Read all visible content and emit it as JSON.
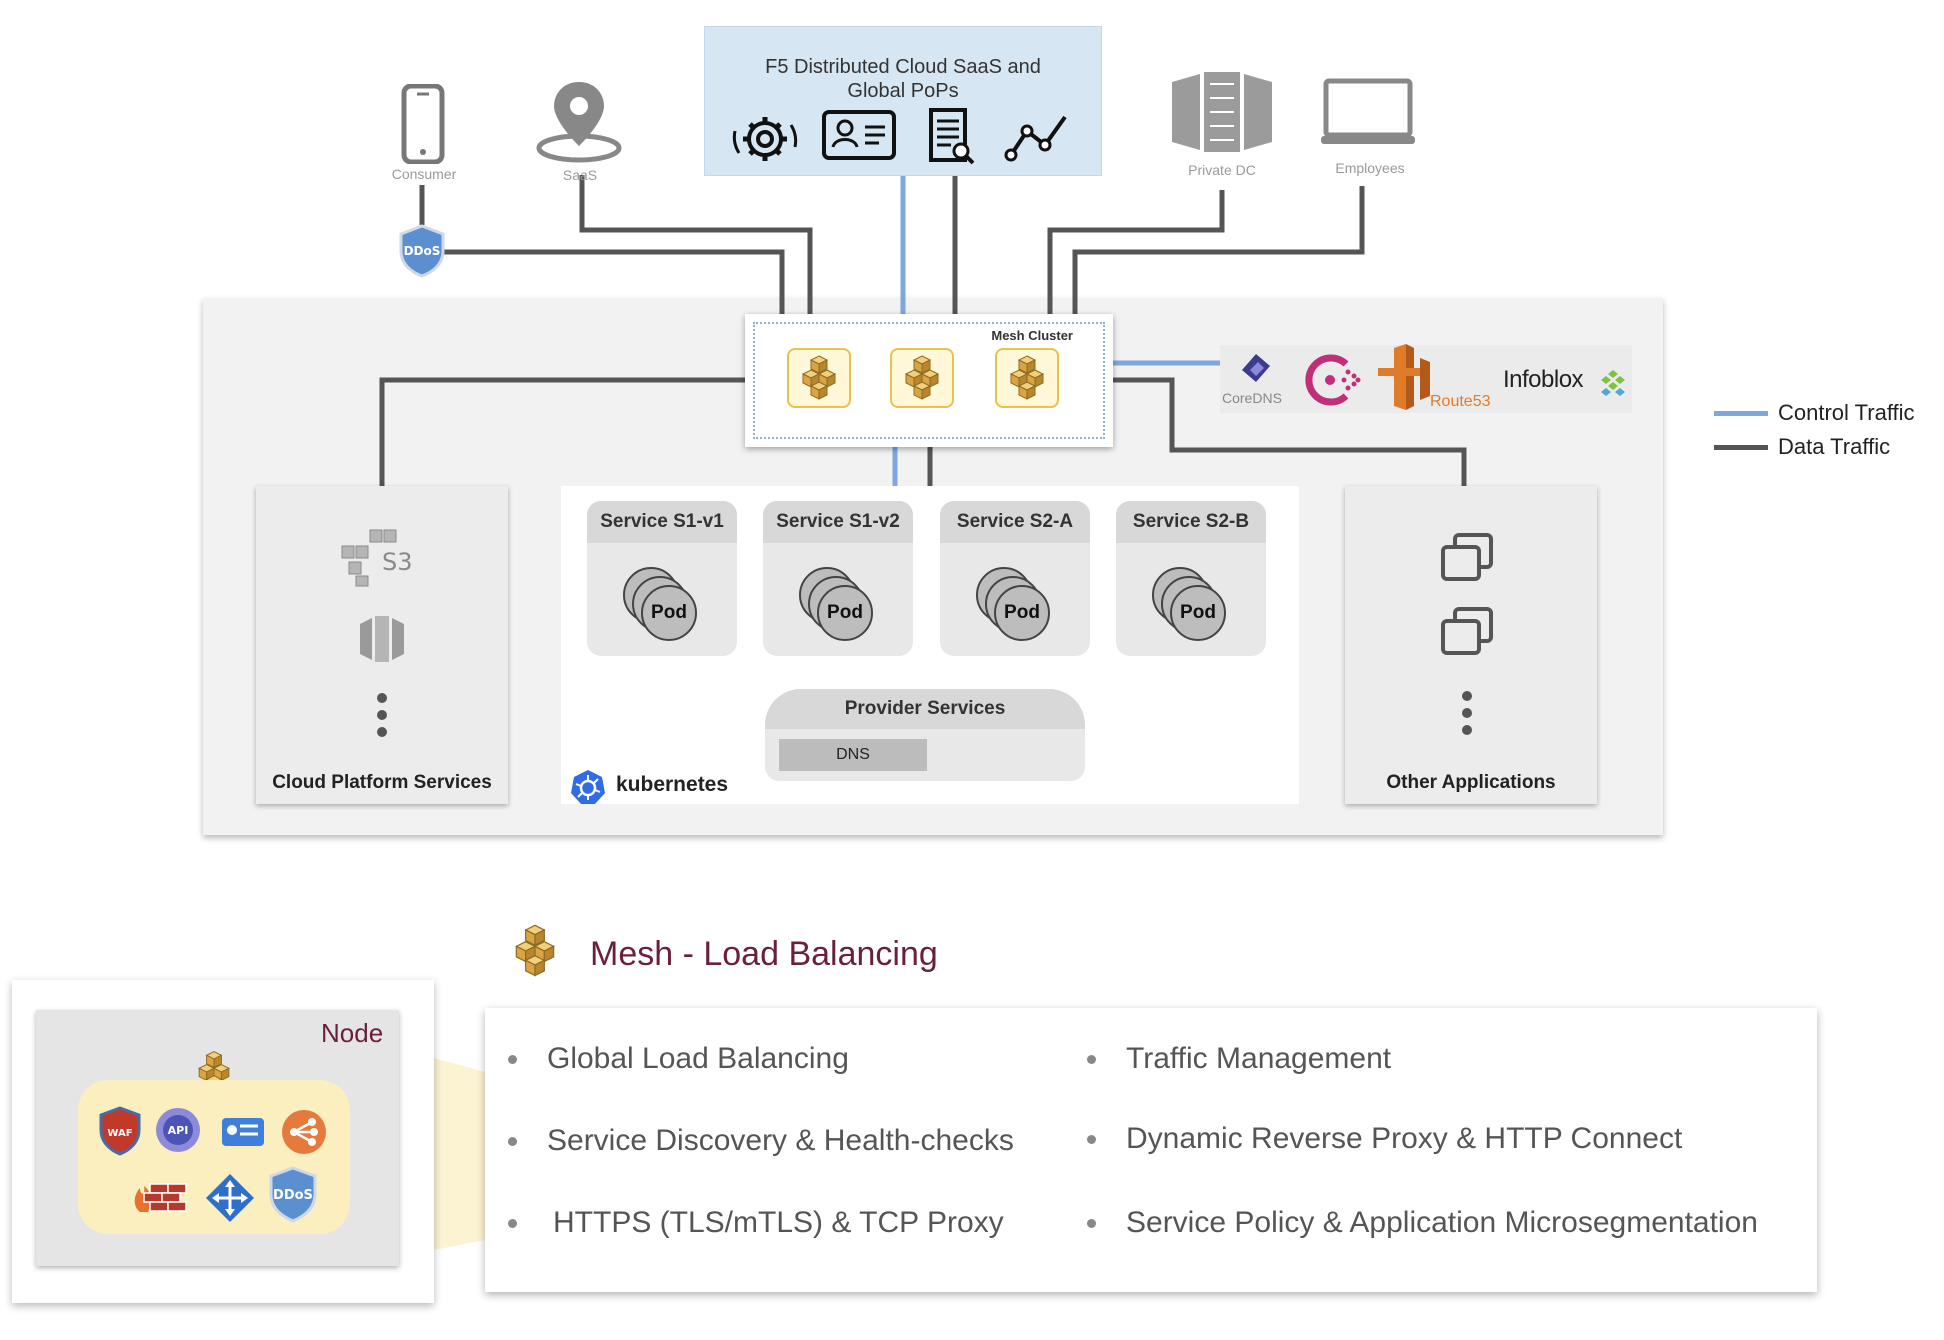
{
  "sources": {
    "consumer_label": "Consumer",
    "saas_label": "SaaS",
    "private_dc_label": "Private DC",
    "employees_label": "Employees",
    "ddos_badge": "DDoS"
  },
  "cloud_box": {
    "title_line1": "F5 Distributed Cloud SaaS and",
    "title_line2": "Global PoPs"
  },
  "mesh_cluster": {
    "label": "Mesh Cluster"
  },
  "dns_providers": {
    "coredns": "CoreDNS",
    "route53": "Route53",
    "infoblox": "Infoblox"
  },
  "cloud_platform": {
    "label": "Cloud Platform Services",
    "s3_label": "S3"
  },
  "kubernetes": {
    "label": "kubernetes",
    "services": [
      {
        "name": "Service S1-v1",
        "pod": "Pod"
      },
      {
        "name": "Service S1-v2",
        "pod": "Pod"
      },
      {
        "name": "Service S2-A",
        "pod": "Pod"
      },
      {
        "name": "Service S2-B",
        "pod": "Pod"
      }
    ],
    "provider_services": {
      "title": "Provider Services",
      "dns": "DNS"
    }
  },
  "other_apps": {
    "label": "Other Applications"
  },
  "legend": {
    "control": {
      "label": "Control Traffic",
      "color": "#7ea7e0"
    },
    "data": {
      "label": "Data Traffic",
      "color": "#555555"
    }
  },
  "mesh_lb": {
    "title": "Mesh - Load Balancing"
  },
  "node": {
    "label": "Node",
    "icons": {
      "waf": "WAF",
      "api": "API",
      "ddos": "DDoS"
    }
  },
  "features": {
    "left": [
      "Global Load Balancing",
      "Service Discovery & Health-checks",
      "HTTPS (TLS/mTLS) & TCP Proxy"
    ],
    "right": [
      "Traffic Management",
      "Dynamic Reverse Proxy & HTTP Connect",
      "Service Policy & Application Microsegmentation"
    ]
  }
}
